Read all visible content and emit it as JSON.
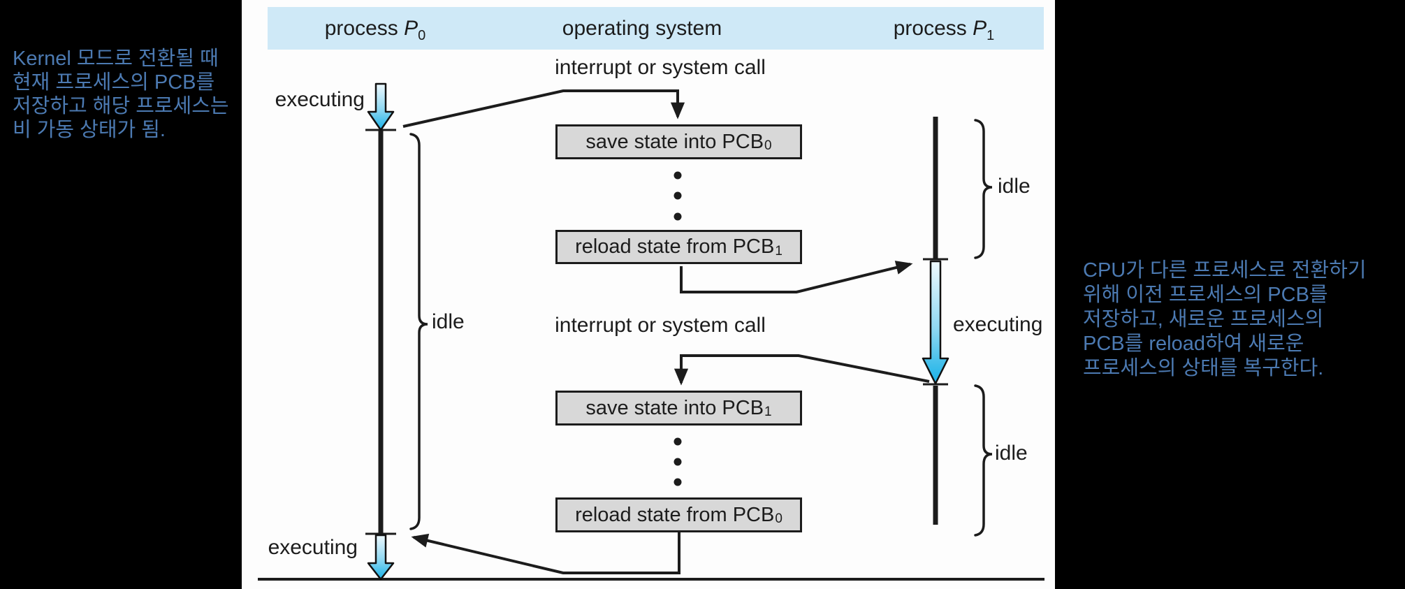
{
  "annotations": {
    "left_note": {
      "lines": [
        "Kernel 모드로 전환될 때",
        "현재 프로세스의 PCB를",
        "저장하고 해당 프로세스는",
        "비 가동 상태가 됨."
      ]
    },
    "right_note": {
      "lines": [
        "CPU가 다른 프로세스로 전환하기",
        "위해 이전 프로세스의 PCB를",
        "저장하고, 새로운 프로세스의",
        "PCB를 reload하여 새로운",
        "프로세스의 상태를 복구한다."
      ]
    }
  },
  "diagram": {
    "headers": {
      "p0": {
        "pre": "process ",
        "symbol": "P",
        "sub": "0"
      },
      "os": {
        "label": "operating system"
      },
      "p1": {
        "pre": "process ",
        "symbol": "P",
        "sub": "1"
      }
    },
    "interrupt_top": "interrupt or system call",
    "interrupt_bottom": "interrupt or system call",
    "boxes": {
      "save0": {
        "text": "save state into PCB",
        "sub": "0"
      },
      "reload1": {
        "text": "reload state from PCB",
        "sub": "1"
      },
      "save1": {
        "text": "save state into PCB",
        "sub": "1"
      },
      "reload0": {
        "text": "reload state from PCB",
        "sub": "0"
      }
    },
    "labels": {
      "executing_p0_top": "executing",
      "executing_p0_bottom": "executing",
      "executing_p1": "executing",
      "idle_p0": "idle",
      "idle_p1_top": "idle",
      "idle_p1_bottom": "idle"
    },
    "colors": {
      "header_band": "#cfe9f7",
      "box_fill": "#d8d8d8",
      "annotation_text": "#4c7ab2",
      "arrow_gradient_top": "#eef9fe",
      "arrow_gradient_mid": "#8fd8f2",
      "arrow_gradient_bottom": "#17b1e7",
      "ink": "#1c1c1c"
    }
  }
}
